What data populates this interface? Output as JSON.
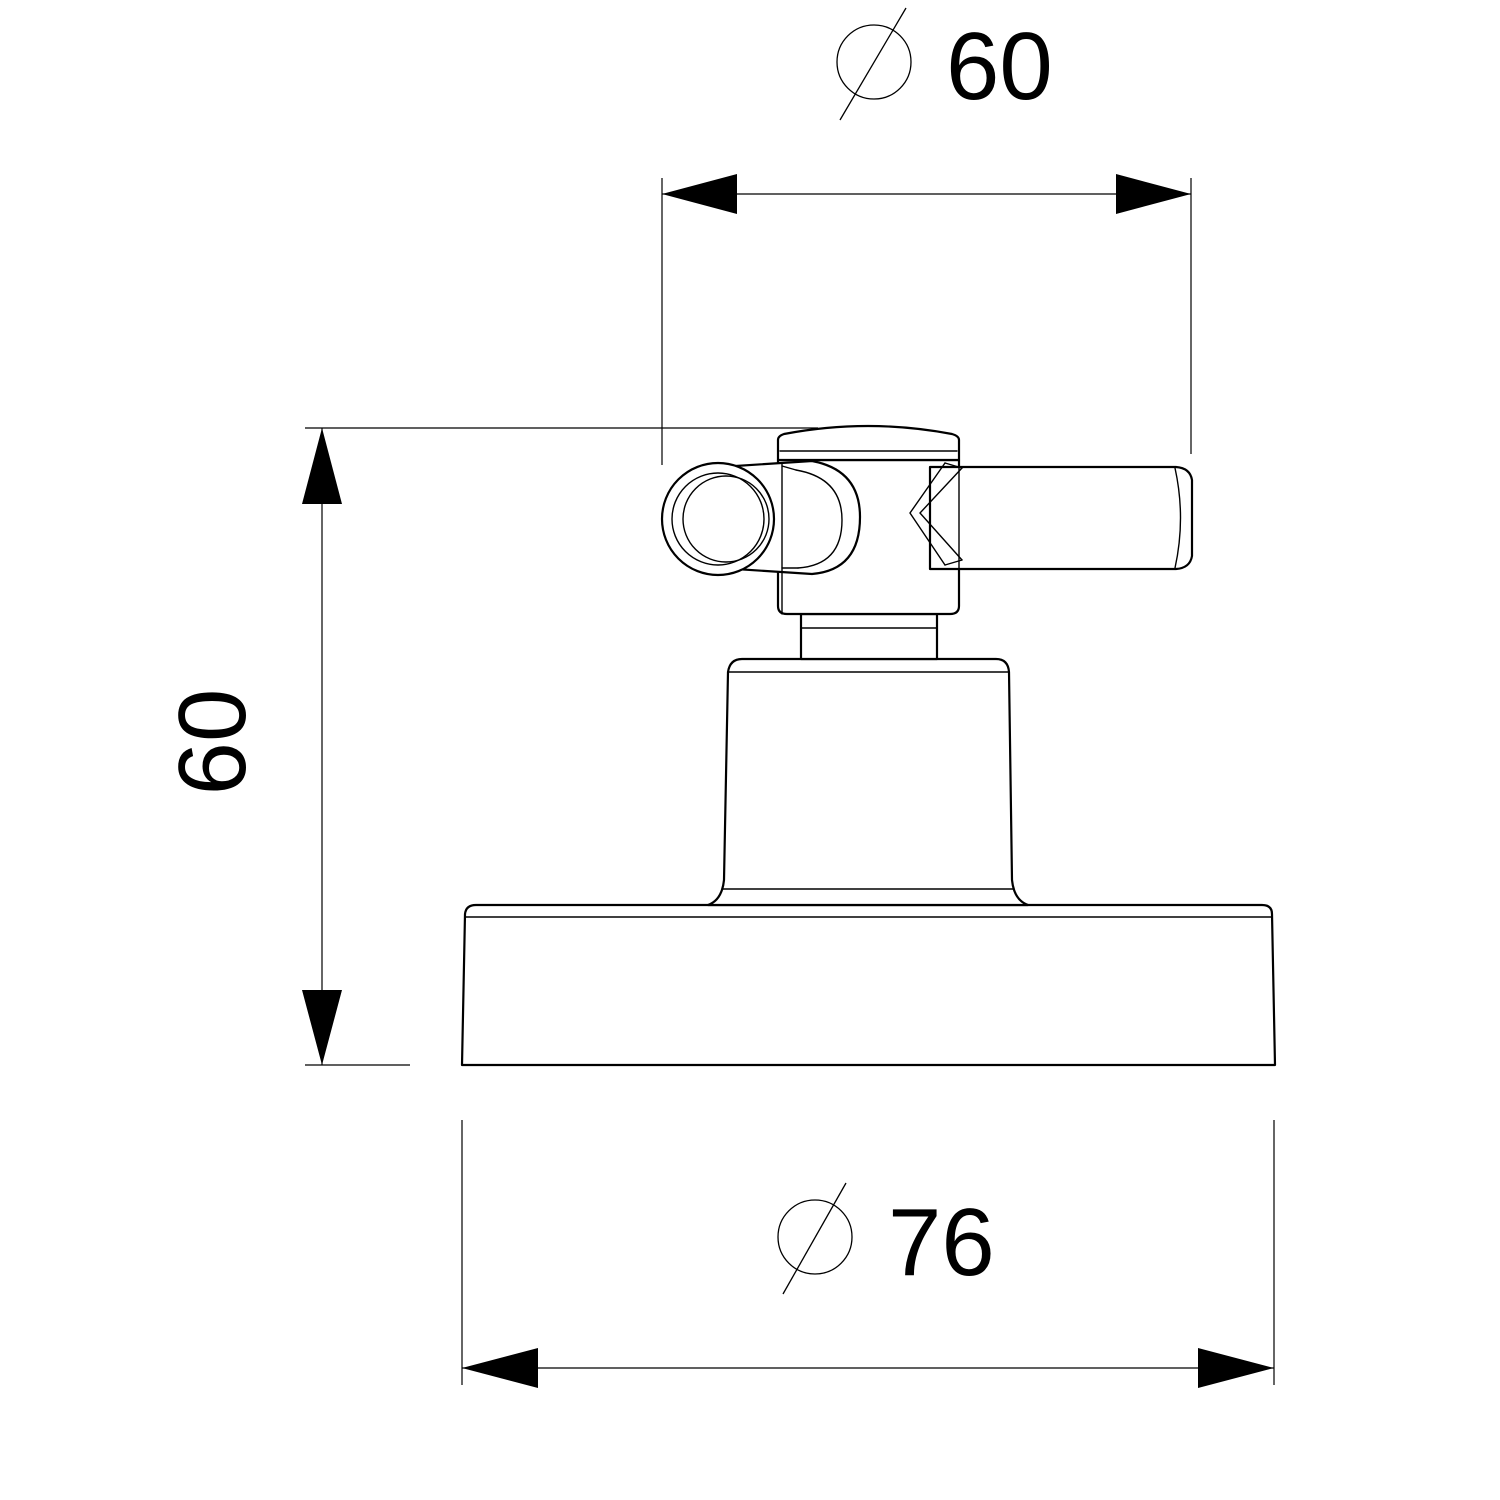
{
  "dimensions": {
    "handle_diameter": {
      "symbol": "diameter-symbol",
      "value": "60"
    },
    "height": {
      "value": "60"
    },
    "base_diameter": {
      "symbol": "diameter-symbol",
      "value": "76"
    }
  },
  "colors": {
    "line": "#000000",
    "background": "#ffffff"
  }
}
